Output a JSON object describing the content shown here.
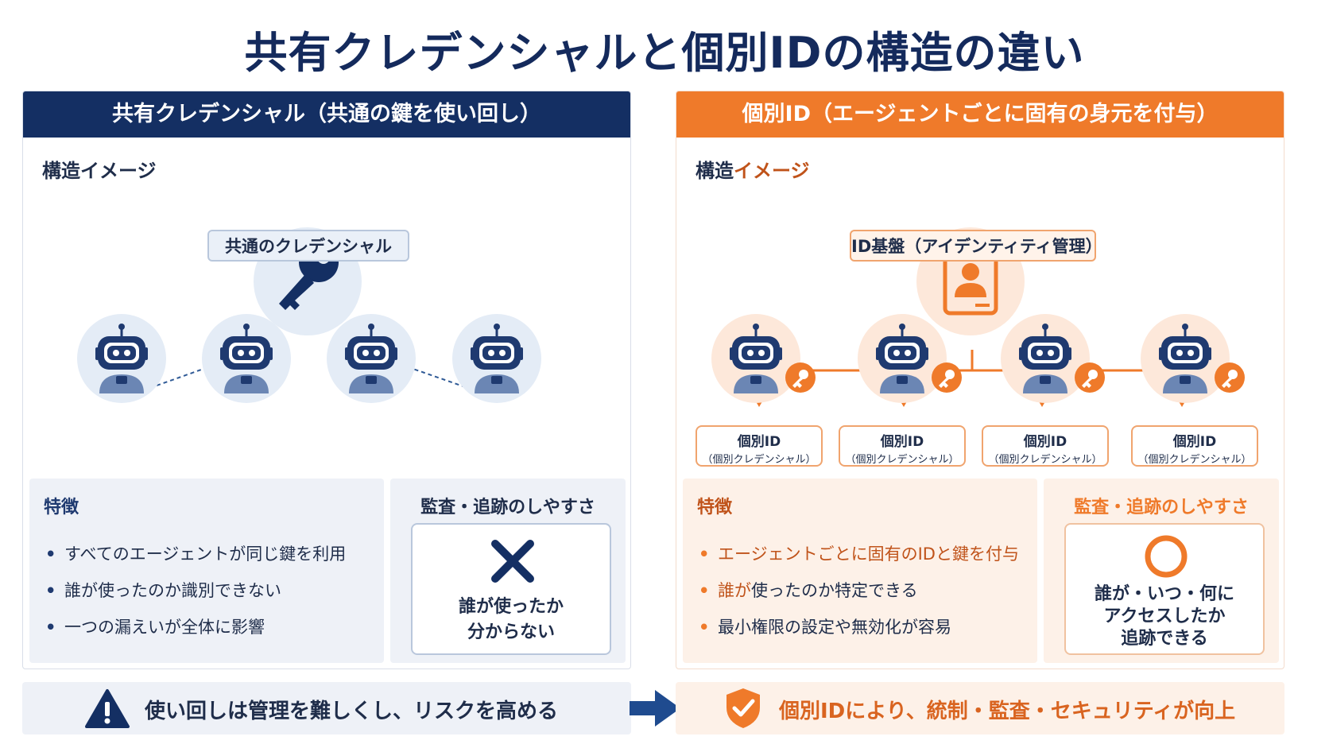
{
  "title": "共有クレデンシャルと個別IDの構造の違い",
  "left": {
    "header": "共有クレデンシャル（共通の鍵を使い回し）",
    "structure_label": "構造イメージ",
    "center_label": "共通のクレデンシャル",
    "features_title": "特徴",
    "features": [
      "すべてのエージェントが同じ鍵を利用",
      "誰が使ったのか識別できない",
      "一つの漏えいが全体に影響"
    ],
    "audit_title": "監査・追跡のしやすさ",
    "audit_lines": [
      "誰が使ったか",
      "分からない"
    ],
    "footer": "使い回しは管理を難しくし、リスクを高める"
  },
  "right": {
    "header": "個別ID（エージェントごとに固有の身元を付与）",
    "structure_label_a": "構造",
    "structure_label_b": "イメージ",
    "center_label": "ID基盤（アイデンティティ管理）",
    "agent_tag_line1": "個別ID",
    "agent_tag_line2": "（個別クレデンシャル）",
    "features_title": "特徴",
    "features": [
      {
        "pre": "",
        "hl": "エージェントごとに固有のIDと鍵を付与",
        "post": ""
      },
      {
        "pre": "",
        "hl": "誰が",
        "post": "使ったのか特定できる"
      },
      {
        "pre": "",
        "hl": "",
        "post": "最小権限の設定や無効化が容易"
      }
    ],
    "audit_title": "監査・追跡のしやすさ",
    "audit_lines": [
      "誰が・いつ・何に",
      "アクセスしたか",
      "追跡できる"
    ],
    "footer": "個別IDにより、統制・監査・セキュリティが向上"
  },
  "bullet": "•",
  "colors": {
    "navy": "#142f63",
    "orange": "#ef7a2a",
    "robot_body": "#1f3a70",
    "robot_bg_left": "#e4ecf6",
    "robot_bg_right": "#fde8da"
  }
}
